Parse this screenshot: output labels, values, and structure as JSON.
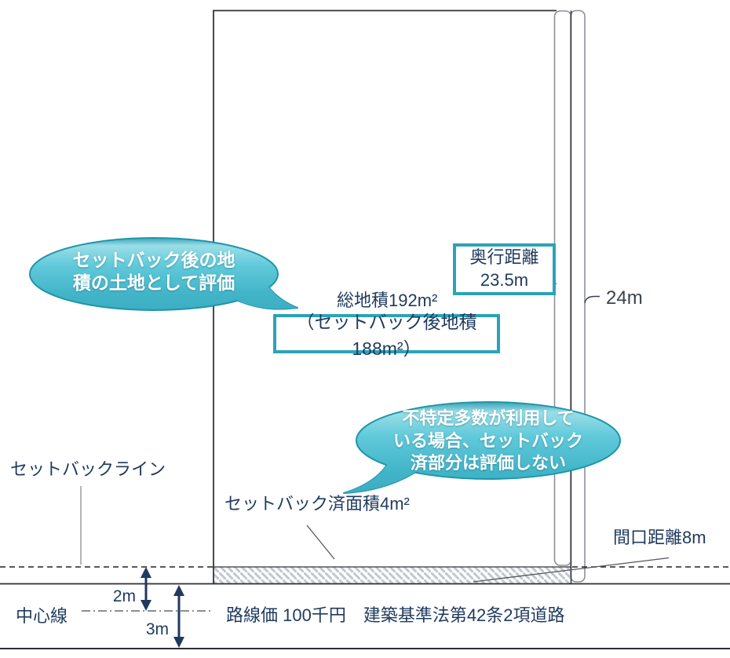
{
  "plot": {
    "total_area": "総地積192m²",
    "after_setback": "（セットバック後地積188m²）",
    "depth": {
      "label": "奥行距離",
      "value": "23.5m"
    },
    "side_dimension": "24m"
  },
  "setback": {
    "line_label": "セットバックライン",
    "completed_area": "セットバック済面積4m²",
    "frontage": "間口距離8m"
  },
  "road": {
    "center_line": "中心線",
    "info": "路線価 100千円　建築基準法第42条2項道路",
    "center_to_setback": "2m",
    "road_width": "3m"
  },
  "callouts": {
    "left": {
      "line1": "セットバック後の地",
      "line2": "積の土地として評価"
    },
    "right": {
      "line1": "不特定多数が利用して",
      "line2": "いる場合、セットバック",
      "line3": "済部分は評価しない"
    }
  },
  "colors": {
    "text_navy": "#1F3A5E",
    "teal_box_border": "#2BA3B8",
    "bubble_teal_dark": "#2999AF",
    "bubble_teal_light": "#9ADEE7",
    "bubble_teal_mid": "#5FC9DA",
    "line_dark": "#33333C",
    "line_gray": "#8F8F97",
    "hatch_gray": "#C3C7CF",
    "arrow_navy": "#1F3A5C"
  }
}
